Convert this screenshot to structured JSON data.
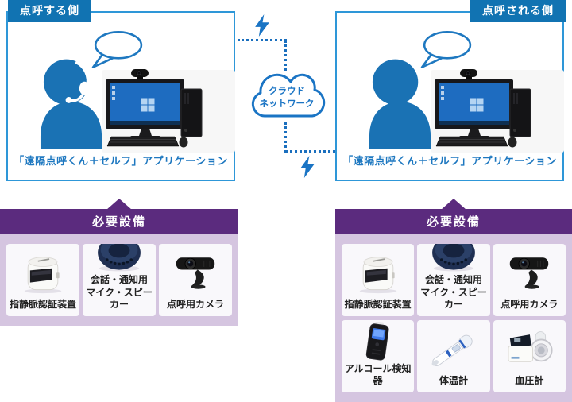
{
  "stations": {
    "caller": {
      "label": "点呼する側",
      "caption": "「遠隔点呼くん＋セルフ」アプリケーション"
    },
    "callee": {
      "label": "点呼される側",
      "caption": "「遠隔点呼くん＋セルフ」アプリケーション"
    }
  },
  "network": {
    "cloud_line1": "クラウド",
    "cloud_line2": "ネットワーク"
  },
  "equipment_panels": {
    "caller": {
      "header": "必要設備",
      "items": [
        {
          "label": "指静脈認証装置",
          "icon": "finger-vein-scanner-icon"
        },
        {
          "label": "会話・通知用\nマイク・スピーカー",
          "icon": "speakerphone-icon"
        },
        {
          "label": "点呼用カメラ",
          "icon": "webcam-icon"
        }
      ]
    },
    "callee": {
      "header": "必要設備",
      "items": [
        {
          "label": "指静脈認証装置",
          "icon": "finger-vein-scanner-icon"
        },
        {
          "label": "会話・通知用\nマイク・スピーカー",
          "icon": "speakerphone-icon"
        },
        {
          "label": "点呼用カメラ",
          "icon": "webcam-icon"
        },
        {
          "label": "アルコール検知器",
          "icon": "alcohol-checker-icon"
        },
        {
          "label": "体温計",
          "icon": "thermometer-icon"
        },
        {
          "label": "血圧計",
          "icon": "blood-pressure-monitor-icon"
        }
      ]
    }
  },
  "colors": {
    "station_label_blue": "#1173b2",
    "box_border_blue": "#2e97d8",
    "person_blue": "#1a72b4",
    "caption_blue": "#1e78c0",
    "network_blue": "#1a74c4",
    "header_purple": "#5b2b7e",
    "panel_lavender": "#d5c5e0"
  }
}
